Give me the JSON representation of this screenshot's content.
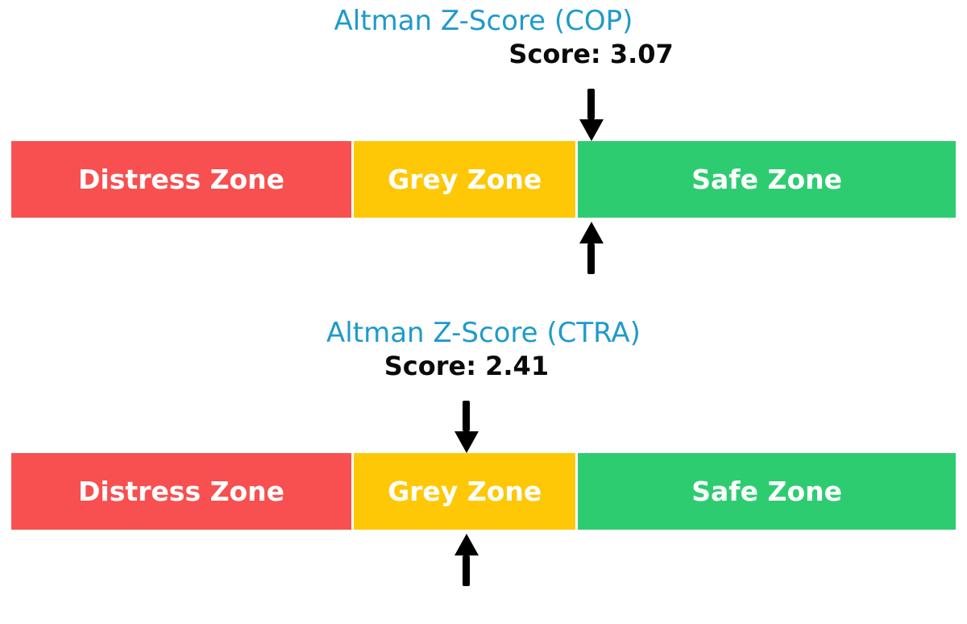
{
  "page": {
    "background_color": "#FFFFFF"
  },
  "colors": {
    "title_blue": "#1E9BCB",
    "distress_red": "#F85050",
    "grey_yellow": "#FEC807",
    "safe_green": "#2ECC71",
    "arrow_black": "#000000",
    "zone_label_white": "#FFFFFF",
    "score_text": "#0A0A0A"
  },
  "chart_data": [
    {
      "type": "bar",
      "title": "Altman Z-Score (COP)",
      "title_color": "#1E9BCB",
      "ticker": "COP",
      "score": 3.07,
      "score_label": "Score: 3.07",
      "xlim": [
        0,
        5
      ],
      "zones": [
        {
          "label": "Distress Zone",
          "range": [
            0,
            1.81
          ],
          "color": "#F85050"
        },
        {
          "label": "Grey Zone",
          "range": [
            1.81,
            2.99
          ],
          "color": "#FEC807"
        },
        {
          "label": "Safe Zone",
          "range": [
            2.99,
            5
          ],
          "color": "#2ECC71"
        }
      ],
      "marker": "double-black-arrow-at-score",
      "legend": "none",
      "grid": false
    },
    {
      "type": "bar",
      "title": "Altman Z-Score (CTRA)",
      "title_color": "#1E9BCB",
      "ticker": "CTRA",
      "score": 2.41,
      "score_label": "Score: 2.41",
      "xlim": [
        0,
        5
      ],
      "zones": [
        {
          "label": "Distress Zone",
          "range": [
            0,
            1.81
          ],
          "color": "#F85050"
        },
        {
          "label": "Grey Zone",
          "range": [
            1.81,
            2.99
          ],
          "color": "#FEC807"
        },
        {
          "label": "Safe Zone",
          "range": [
            2.99,
            5
          ],
          "color": "#2ECC71"
        }
      ],
      "marker": "double-black-arrow-at-score",
      "legend": "none",
      "grid": false
    }
  ]
}
